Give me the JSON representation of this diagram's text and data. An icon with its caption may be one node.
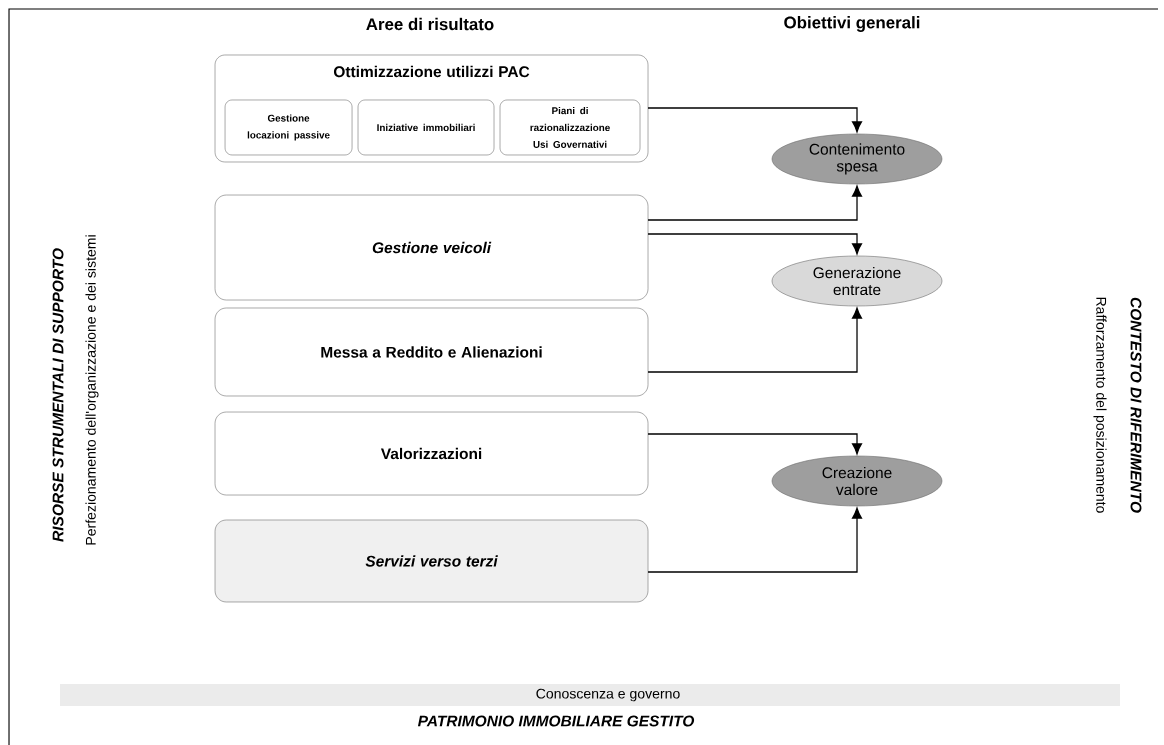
{
  "diagram": {
    "nodes": [
      {
        "text": [
          "Ottimizzazione utilizzi PAC"
        ]
      },
      {
        "text": [
          "Gestione locazioni passive"
        ],
        "in": 0
      },
      {
        "text": [
          "Iniziative immobiliari"
        ],
        "in": 0
      },
      {
        "text": [
          "Piani di razionalizzazione Usi Governativi"
        ],
        "in": 0
      },
      {
        "text": [
          "Gestione veicoli"
        ]
      },
      {
        "text": [
          "Messa a Reddito e Alienazioni"
        ]
      },
      {
        "text": [
          "Valorizzazioni"
        ]
      },
      {
        "text": [
          "Servizi verso terzi"
        ]
      },
      {
        "text": [
          "Contenimento spesa"
        ]
      },
      {
        "text": [
          "Generazione entrate"
        ]
      },
      {
        "text": [
          "Creazione valore"
        ]
      }
    ],
    "edges": [
      {
        "from": 0,
        "to": 8,
        "arrow": "to"
      },
      {
        "from": 4,
        "to": 8,
        "arrow": "to"
      },
      {
        "from": 4,
        "to": 9,
        "arrow": "to"
      },
      {
        "from": 5,
        "to": 9,
        "arrow": "to"
      },
      {
        "from": 6,
        "to": 10,
        "arrow": "to"
      },
      {
        "from": 7,
        "to": 10,
        "arrow": "to"
      }
    ],
    "labels": [
      "Aree di risultato",
      "Obiettivi generali",
      "RISORSE STRUMENTALI DI SUPPORTO",
      "Perfezionamento dell'organizzazione e dei sistemi",
      "CONTESTO DI RIFERIMENTO",
      "Rafforzamento del posizionamento",
      "Conoscenza e governo",
      "PATRIMONIO IMMOBILIARE GESTITO"
    ]
  }
}
